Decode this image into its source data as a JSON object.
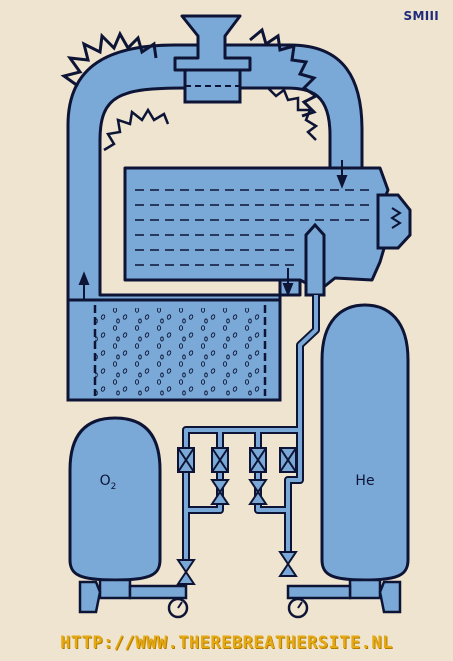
{
  "header": {
    "brand": "SMIII"
  },
  "cylinders": {
    "left": {
      "label_base": "O",
      "label_sub": "2"
    },
    "right": {
      "label": "He"
    }
  },
  "footer": {
    "url": "HTTP://WWW.THEREBREATHERSITE.NL"
  },
  "colors": {
    "background": "#efe4cf",
    "fill_blue": "#7aa9d7",
    "outline": "#0d1435",
    "url_text": "#e5a913",
    "brand_text": "#1f2a7a"
  }
}
